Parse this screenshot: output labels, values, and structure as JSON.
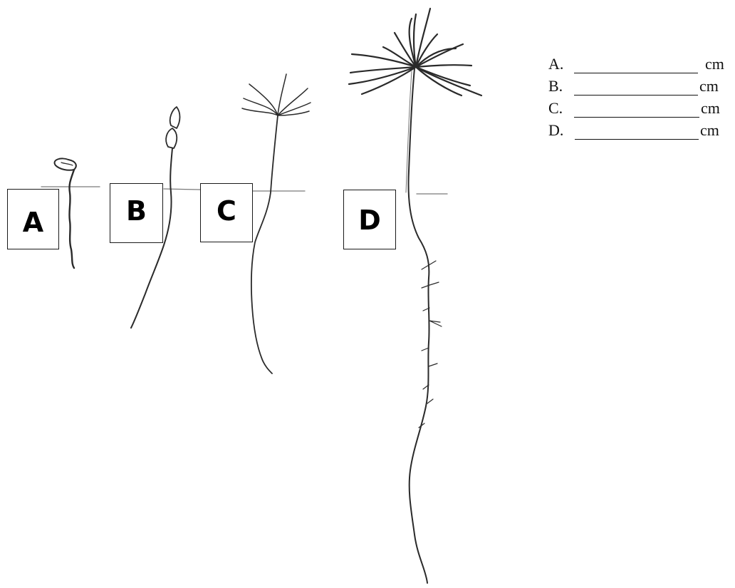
{
  "stages": [
    {
      "id": "a",
      "label": "A"
    },
    {
      "id": "b",
      "label": "B"
    },
    {
      "id": "c",
      "label": "C"
    },
    {
      "id": "d",
      "label": "D"
    }
  ],
  "answers": [
    {
      "letter": "A.",
      "unit": "cm"
    },
    {
      "letter": "B.",
      "unit": "cm"
    },
    {
      "letter": "C.",
      "unit": "cm"
    },
    {
      "letter": "D.",
      "unit": "cm"
    }
  ]
}
